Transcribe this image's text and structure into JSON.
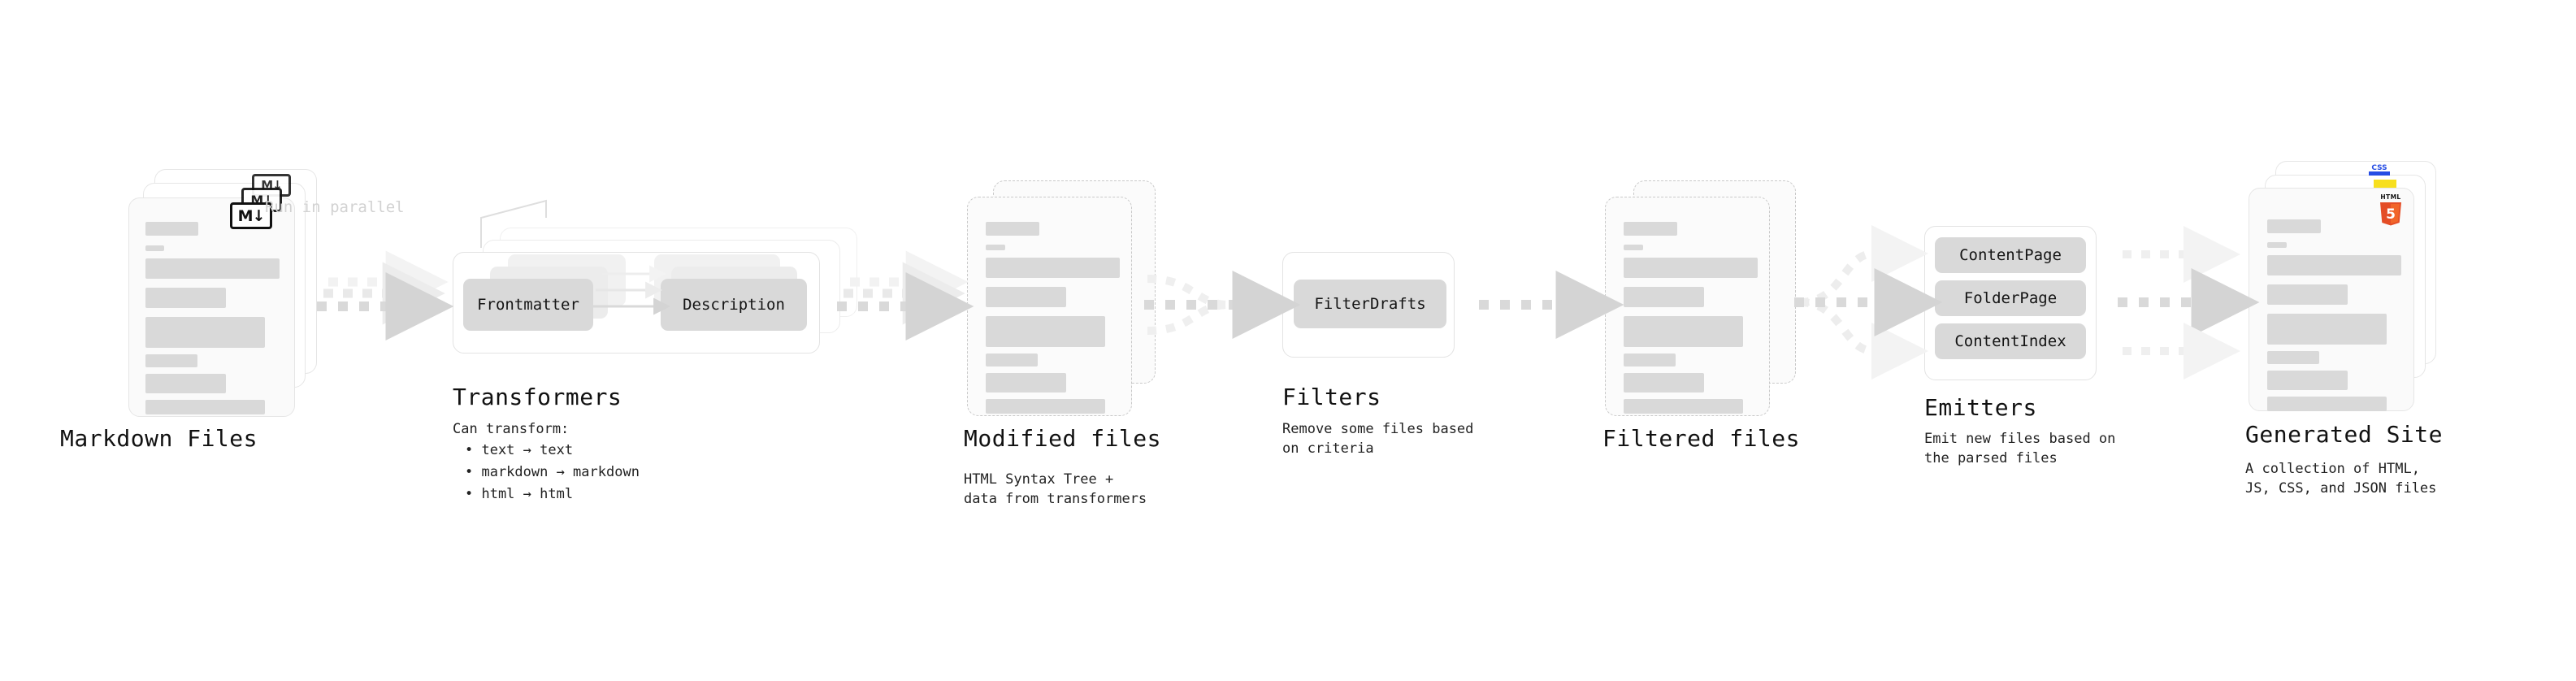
{
  "diagram": {
    "type": "pipeline-flow",
    "orientation": "horizontal",
    "background": "#ffffff",
    "accents": {
      "chip_fill": "#d9d9d9",
      "arrow_gray": "#d4d4d4",
      "card_fill": "#fafafa",
      "bar_gray": "#d9d9d9",
      "html5_orange": "#e44d26",
      "css_blue": "#264de4",
      "js_yellow": "#f7df1e",
      "markdown_black": "#111111"
    }
  },
  "stages": [
    {
      "id": "markdown-files",
      "title": "Markdown Files",
      "desc": "",
      "icon": "markdown-icon",
      "icon_label": "M↓",
      "card_style": "solid",
      "stack": 3
    },
    {
      "id": "transformers",
      "title": "Transformers",
      "desc": "Can transform:",
      "bullets": [
        "• text → text",
        "• markdown → markdown",
        "• html → html"
      ],
      "annotation": "Run in parallel",
      "chips": [
        "Frontmatter",
        "Description"
      ],
      "card_style": "panel",
      "stack": 3
    },
    {
      "id": "modified-files",
      "title": "Modified files",
      "desc": "HTML Syntax Tree +\ndata from transformers",
      "card_style": "dashed",
      "stack": 2
    },
    {
      "id": "filters",
      "title": "Filters",
      "desc": "Remove some files based\non criteria",
      "chips": [
        "FilterDrafts"
      ],
      "card_style": "panel",
      "stack": 1
    },
    {
      "id": "filtered-files",
      "title": "Filtered files",
      "desc": "",
      "card_style": "dashed",
      "stack": 2
    },
    {
      "id": "emitters",
      "title": "Emitters",
      "desc": "Emit new files based on\nthe parsed files",
      "chips": [
        "ContentPage",
        "FolderPage",
        "ContentIndex"
      ],
      "card_style": "panel",
      "stack": 1
    },
    {
      "id": "generated-site",
      "title": "Generated Site",
      "desc": "A collection of HTML,\nJS, CSS, and JSON files",
      "icon": "html5-icon",
      "icon_label": "HTML",
      "icon_number": "5",
      "badges": [
        "css-badge",
        "js-badge",
        "html5-badge"
      ],
      "badge_labels": {
        "css": "CSS"
      },
      "card_style": "solid",
      "stack": 3
    }
  ],
  "connectors": [
    {
      "id": "md-to-transformers",
      "kind": "dashed-arrow-stack",
      "count": 3
    },
    {
      "id": "transformers-to-modified",
      "kind": "dashed-arrow-stack",
      "count": 3
    },
    {
      "id": "modified-to-filters",
      "kind": "dashed-arrow-merge",
      "count": 3
    },
    {
      "id": "filters-to-filtered",
      "kind": "dashed-arrow",
      "count": 1
    },
    {
      "id": "filtered-to-emitters",
      "kind": "dashed-arrow-split",
      "count": 3
    },
    {
      "id": "emitters-to-site",
      "kind": "dashed-arrow-parallel",
      "count": 3
    }
  ]
}
